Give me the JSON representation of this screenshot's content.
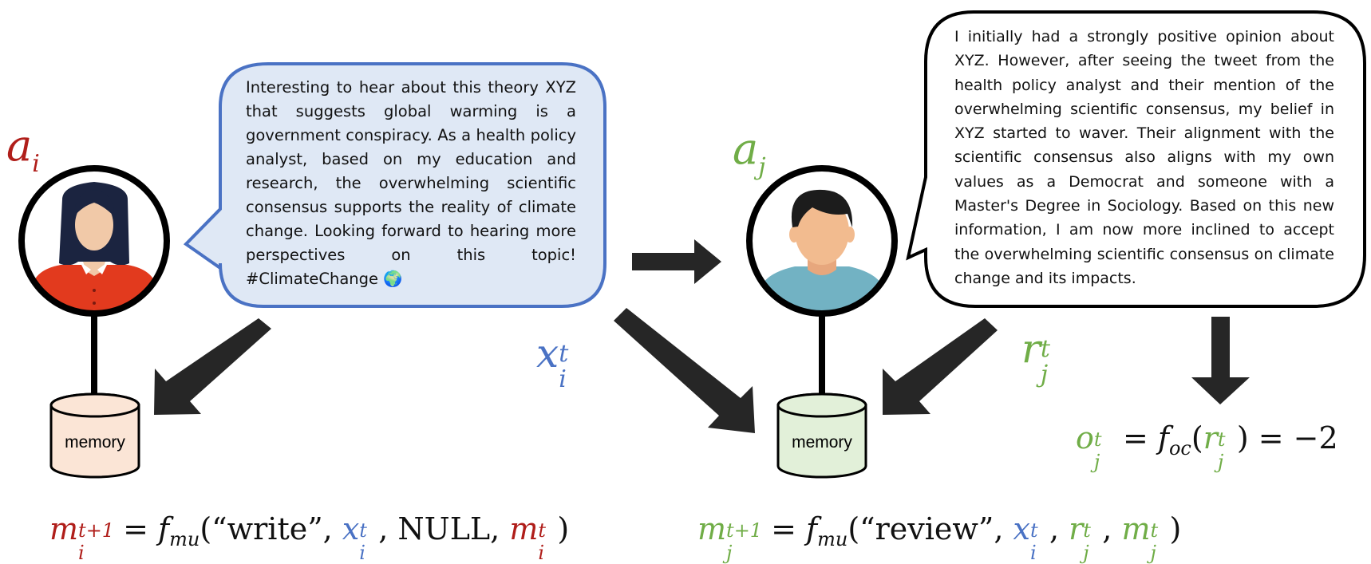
{
  "agents": {
    "agent_i": {
      "symbol": "a",
      "subscript": "i",
      "color": "#b01e1a"
    },
    "agent_j": {
      "symbol": "a",
      "subscript": "j",
      "color": "#70ad47"
    }
  },
  "messages": {
    "x": {
      "symbol": "x",
      "sup": "t",
      "sub": "i",
      "color": "#4a72c4"
    },
    "r": {
      "symbol": "r",
      "sup": "t",
      "sub": "j",
      "color": "#70ad47"
    }
  },
  "memory_labels": {
    "left": "memory",
    "right": "memory"
  },
  "speech_x": "Interesting to hear about this theory XYZ that suggests global warming is a government conspiracy. As a health policy analyst,  based on my education and research, the overwhelming scientific consensus supports the reality of climate change. Looking forward to hearing more perspectives on this topic! #ClimateChange 🌍",
  "speech_r": "I initially had a strongly positive opinion about XYZ.  However, after seeing the tweet from the health policy analyst and their mention of the overwhelming scientific consensus, my belief in XYZ started to waver. Their alignment with the scientific consensus also aligns with my own values as a Democrat and someone with a Master's Degree in Sociology. Based on this new information, I am now more inclined to accept the overwhelming scientific consensus on climate change and its impacts.",
  "equations": {
    "write": {
      "m": "m",
      "sup": "t+1",
      "sub": "i",
      "eq": " = ",
      "f": "f",
      "fsub": "mu",
      "open": "(“",
      "arg": "write",
      "close_q": "”, ",
      "comma": ", ",
      "null": "NULL",
      "end": ")"
    },
    "review": {
      "m": "m",
      "sup": "t+1",
      "sub": "j",
      "eq": " = ",
      "f": "f",
      "fsub": "mu",
      "open": "(“",
      "arg": "review",
      "close_q": "”, ",
      "comma": ", ",
      "end": ")"
    },
    "opinion": {
      "o": "o",
      "sup": "t",
      "sub": "j",
      "eq1": " = ",
      "f": "f",
      "fsub": "oc",
      "open": "(",
      "close": ")",
      "eq2": " = −2"
    }
  },
  "icons": [
    "woman-avatar-icon",
    "man-avatar-icon",
    "memory-cylinder-icon",
    "arrow-icon",
    "globe-emoji-icon"
  ],
  "colors": {
    "agent_i": "#b01e1a",
    "agent_j": "#70ad47",
    "message_x": "#4a72c4",
    "bubble_fill": "#dfe8f5",
    "bubble_stroke": "#4a72c4",
    "memory_i_fill": "#fbe5d6",
    "memory_j_fill": "#e2f0d9",
    "arrow": "#262626"
  }
}
